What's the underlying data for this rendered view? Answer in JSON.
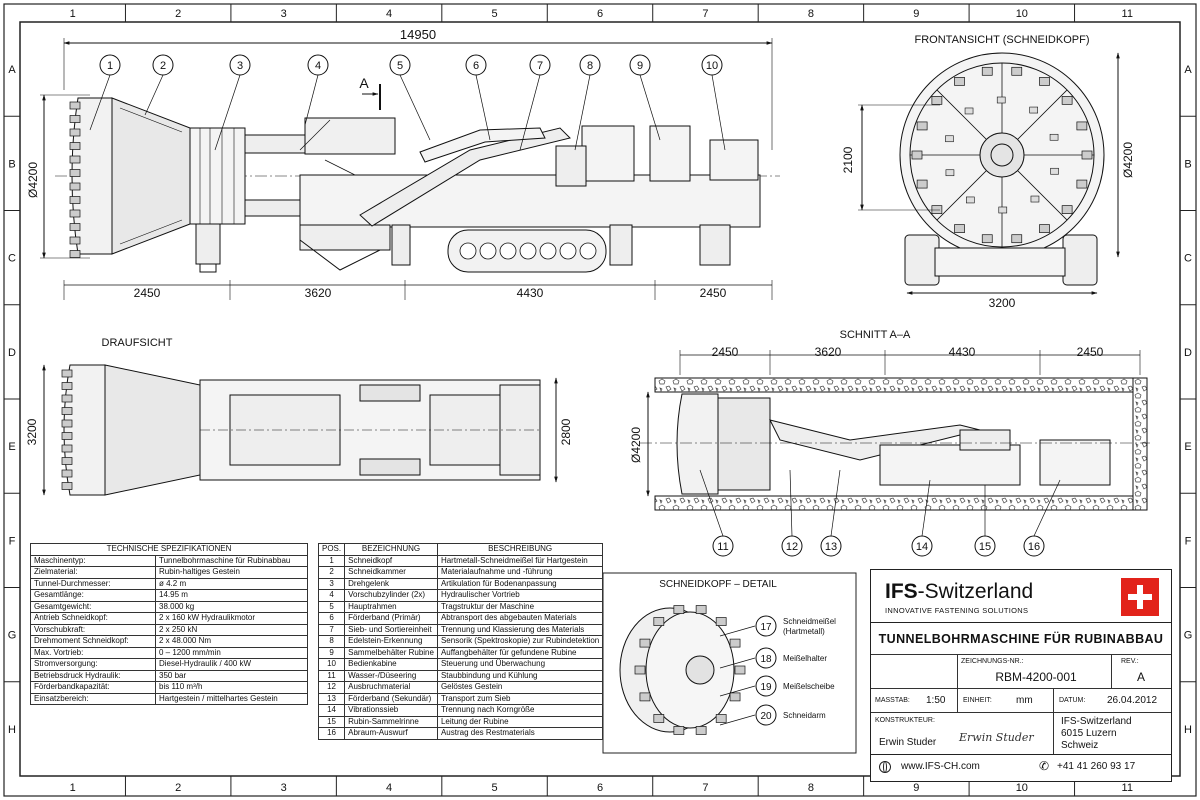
{
  "grid": {
    "columns": [
      "1",
      "2",
      "3",
      "4",
      "5",
      "6",
      "7",
      "8",
      "9",
      "10",
      "11"
    ],
    "rows": [
      "A",
      "B",
      "C",
      "D",
      "E",
      "F",
      "G",
      "H"
    ]
  },
  "side_view": {
    "overall_length": "14950",
    "diameter": "Ø4200",
    "section_marker": "A",
    "callouts": [
      "1",
      "2",
      "3",
      "4",
      "5",
      "6",
      "7",
      "8",
      "9",
      "10"
    ],
    "segments": [
      "2450",
      "3620",
      "4430",
      "2450"
    ]
  },
  "front_view": {
    "title": "FRONTANSICHT (SCHNEIDKOPF)",
    "height_dim": "2100",
    "diameter": "Ø4200",
    "width_dim": "3200"
  },
  "top_view": {
    "title": "DRAUFSICHT",
    "width_left": "3200",
    "width_right": "2800"
  },
  "section_view": {
    "title": "SCHNITT A–A",
    "segments": [
      "2450",
      "3620",
      "4430",
      "2450"
    ],
    "diameter": "Ø4200",
    "callouts": [
      "11",
      "12",
      "13",
      "14",
      "15",
      "16"
    ]
  },
  "spec_table": {
    "title": "TECHNISCHE SPEZIFIKATIONEN",
    "rows": [
      [
        "Maschinentyp:",
        "Tunnelbohrmaschine für Rubinabbau"
      ],
      [
        "Zielmaterial:",
        "Rubin-haltiges Gestein"
      ],
      [
        "Tunnel-Durchmesser:",
        "ø 4.2 m"
      ],
      [
        "Gesamtlänge:",
        "14.95 m"
      ],
      [
        "Gesamtgewicht:",
        "38.000 kg"
      ],
      [
        "Antrieb Schneidkopf:",
        "2 x 160 kW Hydraulikmotor"
      ],
      [
        "Vorschubkraft:",
        "2 x 250 kN"
      ],
      [
        "Drehmoment Schneidkopf:",
        "2 x 48.000 Nm"
      ],
      [
        "Max. Vortrieb:",
        "0 – 1200 mm/min"
      ],
      [
        "Stromversorgung:",
        "Diesel-Hydraulik / 400 kW"
      ],
      [
        "Betriebsdruck Hydraulik:",
        "350 bar"
      ],
      [
        "Förderbandkapazität:",
        "bis 110 m³/h"
      ],
      [
        "Einsatzbereich:",
        "Hartgestein / mittelhartes Gestein"
      ]
    ]
  },
  "parts_table": {
    "headers": [
      "POS.",
      "BEZEICHNUNG",
      "BESCHREIBUNG"
    ],
    "rows": [
      [
        "1",
        "Schneidkopf",
        "Hartmetall-Schneidmeißel für Hartgestein"
      ],
      [
        "2",
        "Schneidkammer",
        "Materialaufnahme und -führung"
      ],
      [
        "3",
        "Drehgelenk",
        "Artikulation für Bodenanpassung"
      ],
      [
        "4",
        "Vorschubzylinder (2x)",
        "Hydraulischer Vortrieb"
      ],
      [
        "5",
        "Hauptrahmen",
        "Tragstruktur der Maschine"
      ],
      [
        "6",
        "Förderband (Primär)",
        "Abtransport des abgebauten Materials"
      ],
      [
        "7",
        "Sieb- und Sortiereinheit",
        "Trennung und Klassierung des Materials"
      ],
      [
        "8",
        "Edelstein-Erkennung",
        "Sensorik (Spektroskopie) zur Rubindetektion"
      ],
      [
        "9",
        "Sammelbehälter Rubine",
        "Auffangbehälter für gefundene Rubine"
      ],
      [
        "10",
        "Bedienkabine",
        "Steuerung und Überwachung"
      ],
      [
        "11",
        "Wasser-/Düseering",
        "Staubbindung und Kühlung"
      ],
      [
        "12",
        "Ausbruchmaterial",
        "Gelöstes Gestein"
      ],
      [
        "13",
        "Förderband (Sekundär)",
        "Transport zum Sieb"
      ],
      [
        "14",
        "Vibrationssieb",
        "Trennung nach Korngröße"
      ],
      [
        "15",
        "Rubin-Sammelrinne",
        "Leitung der Rubine"
      ],
      [
        "16",
        "Abraum-Auswurf",
        "Austrag des Restmaterials"
      ]
    ]
  },
  "detail": {
    "title": "SCHNEIDKOPF – DETAIL",
    "items": [
      {
        "num": "17",
        "label": "Schneidmeißel",
        "sub": "(Hartmetall)"
      },
      {
        "num": "18",
        "label": "Meißelhalter",
        "sub": ""
      },
      {
        "num": "19",
        "label": "Meißelscheibe",
        "sub": ""
      },
      {
        "num": "20",
        "label": "Schneidarm",
        "sub": ""
      }
    ]
  },
  "title_block": {
    "company": "IFS-Switzerland",
    "company_bold": "IFS",
    "company_rest": "-Switzerland",
    "tagline": "INNOVATIVE FASTENING SOLUTIONS",
    "drawing_title": "TUNNELBOHRMASCHINE FÜR RUBINABBAU",
    "drawing_no_label": "ZEICHNUNGS-NR.:",
    "drawing_no": "RBM-4200-001",
    "rev_label": "REV.:",
    "rev": "A",
    "scale_label": "MASSTAB:",
    "scale": "1:50",
    "unit_label": "EINHEIT:",
    "unit": "mm",
    "date_label": "DATUM:",
    "date": "26.04.2012",
    "designer_label": "KONSTRUKTEUR:",
    "designer": "Erwin Studer",
    "signature": "Erwin Studer",
    "address": [
      "IFS-Switzerland",
      "6015 Luzern",
      "Schweiz"
    ],
    "website": "www.IFS-CH.com",
    "phone": "+41 41 260 93 17",
    "flag_color": "#e2231a"
  }
}
